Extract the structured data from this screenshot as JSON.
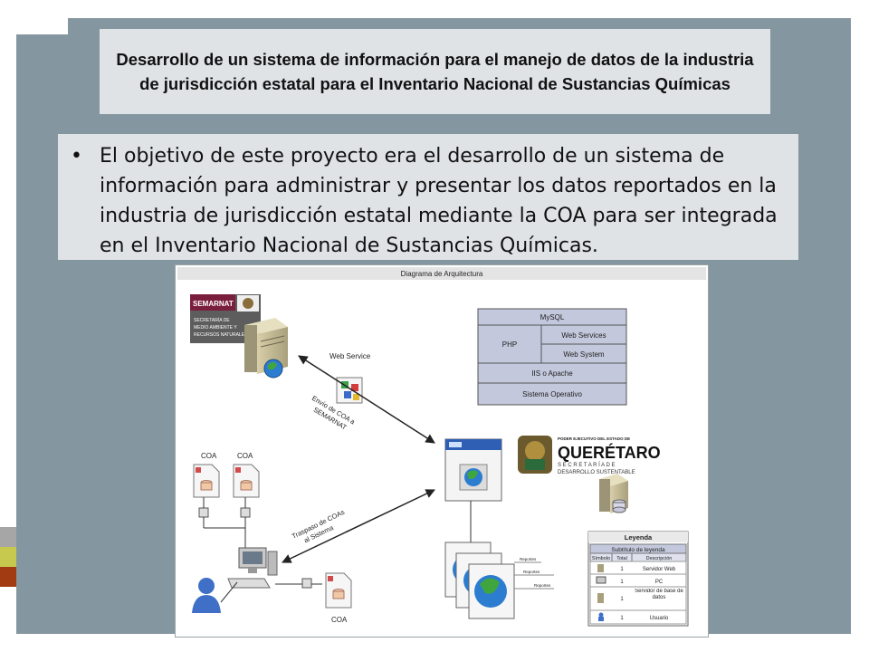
{
  "slide": {
    "title": "Desarrollo de un sistema de información para el manejo de datos de la industria de jurisdicción estatal  para el Inventario Nacional de Sustancias Químicas",
    "bullet": "El objetivo de este proyecto era el desarrollo de un sistema de información para administrar y presentar los datos reportados en la industria de jurisdicción estatal mediante la COA para ser integrada en el Inventario Nacional de Sustancias Químicas.",
    "bullet_marker": "•"
  },
  "diagram": {
    "title": "Diagrama de Arquitectura",
    "semarnat": {
      "name": "SEMARNAT",
      "sub1": "SECRETARÍA DE",
      "sub2": "MEDIO AMBIENTE Y",
      "sub3": "RECURSOS NATURALES"
    },
    "web_service_label": "Web Service",
    "arrow1_line1": "Envío de COA a",
    "arrow1_line2": "SEMARNAT",
    "arrow2_line1": "Traspaso de COAs",
    "arrow2_line2": "al Sistema",
    "coa_label": "COA",
    "stack": {
      "mysql": "MySQL",
      "php": "PHP",
      "web_services": "Web Services",
      "web_system": "Web System",
      "iis": "IIS o Apache",
      "os": "Sistema Operativo"
    },
    "queretaro": {
      "line1": "PODER EJECUTIVO DEL ESTADO DE",
      "name": "QUERÉTARO",
      "line3": "S E C R E T A R Í A   D E",
      "line4": "DESARROLLO SUSTENTABLE"
    },
    "report_labels": [
      "Reportes",
      "Reportes",
      "Reportes"
    ],
    "legend": {
      "title": "Leyenda",
      "subtitle": "Subtítulo de leyenda",
      "headers": [
        "Símbolo",
        "Total",
        "Descripción"
      ],
      "rows": [
        {
          "total": "1",
          "desc": "Servidor Web"
        },
        {
          "total": "1",
          "desc": "PC"
        },
        {
          "total": "1",
          "desc": "Servidor de base de datos"
        },
        {
          "total": "1",
          "desc": "Usuario"
        }
      ]
    }
  },
  "colors": {
    "background_gray": "#8497a0",
    "box_fill": "#dfe3e6",
    "accent_gray": "#a6a6a6",
    "accent_olive": "#c7c94e",
    "accent_rust": "#a23a12",
    "stack_fill": "#c3c8dc"
  }
}
